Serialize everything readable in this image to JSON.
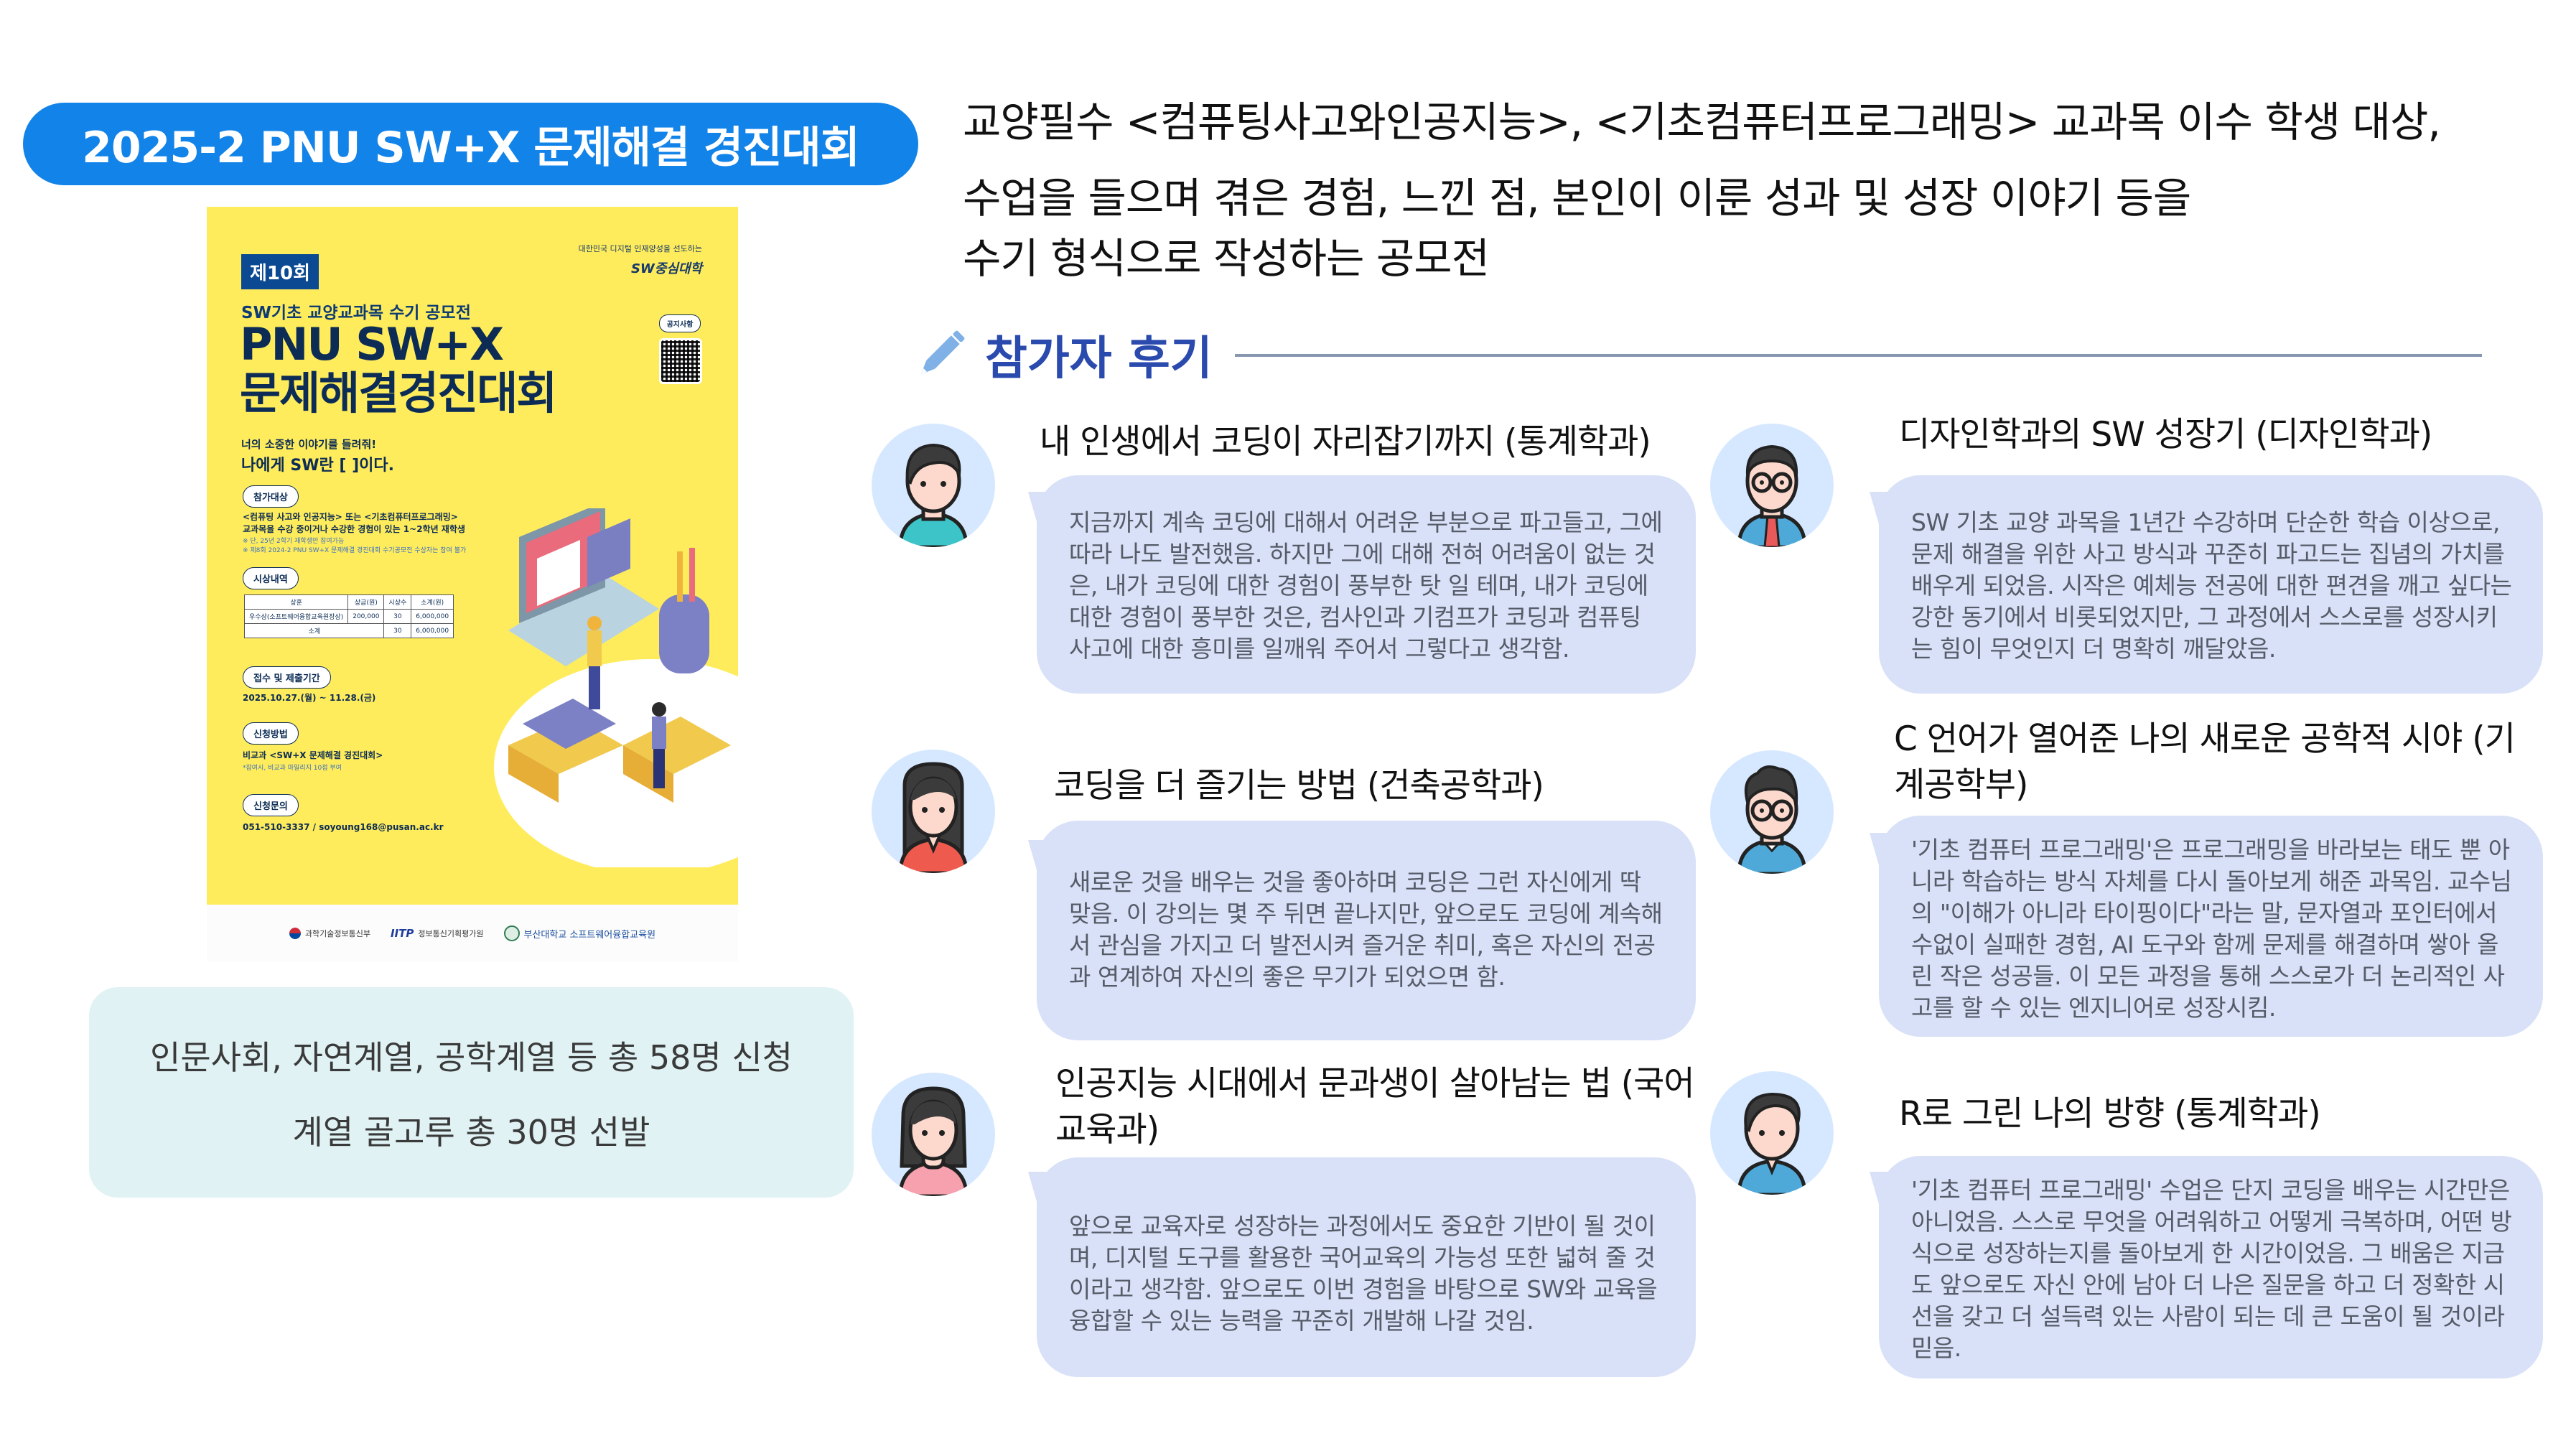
{
  "header": {
    "title": "2025-2 PNU SW+X 문제해결 경진대회",
    "title_bg": "#1283e8"
  },
  "description": {
    "line1": "교양필수 <컴퓨팅사고와인공지능>, <기초컴퓨터프로그래밍> 교과목 이수 학생 대상,",
    "line2": "수업을 들으며 겪은 경험, 느낀 점, 본인이 이룬 성과 및 성장 이야기 등을",
    "line3": "수기 형식으로 작성하는 공모전"
  },
  "poster": {
    "badge": "제10회",
    "top_right_caption": "대한민국 디지털 인재양성을 선도하는",
    "top_right_brand": "SW중심대학",
    "subtitle": "SW기초 교양교과목 수기 공모전",
    "main_line1": "PNU SW+X",
    "main_line2": "문제해결경진대회",
    "notice_label": "공지사항",
    "tagline1": "너의 소중한 이야기를 들려줘!",
    "tagline2": "나에게 SW란 [          ]이다.",
    "sections": {
      "target": {
        "label": "참가대상",
        "line1": "<컴퓨팅 사고와 인공지능> 또는 <기초컴퓨터프로그래밍>",
        "line2": "교과목을 수강 중이거나 수강한 경험이 있는 1~2학년 재학생",
        "note1": "※ 단, 25년 2학기 재학생만 참여가능",
        "note2": "※ 제8회 2024-2 PNU SW+X 문제해결 경진대회 수기공모전 수상자는 참여 불가"
      },
      "awards": {
        "label": "시상내역",
        "table_headers": [
          "상훈",
          "상금(원)",
          "시상수",
          "소계(원)"
        ],
        "table_rows": [
          [
            "우수상(소프트웨어융합교육원장상)",
            "200,000",
            "30",
            "6,000,000"
          ],
          [
            "소계",
            "",
            "30",
            "6,000,000"
          ]
        ]
      },
      "period": {
        "label": "접수 및 제출기간",
        "value": "2025.10.27.(월) ~ 11.28.(금)"
      },
      "method": {
        "label": "신청방법",
        "value": "비교과 <SW+X 문제해결 경진대회>",
        "note": "*참여시, 비교과 마일리지 10점 부여"
      },
      "contact": {
        "label": "신청문의",
        "value": "051-510-3337 / soyoung168@pusan.ac.kr"
      }
    },
    "logos": [
      "과학기술정보통신부",
      "IITP",
      "정보통신기획평가원",
      "부산대학교 소프트웨어융합교육원"
    ]
  },
  "info_box": {
    "line1": "인문사회, 자연계열, 공학계열 등 총 58명 신청",
    "line2": "계열 골고루 총 30명 선발"
  },
  "reviews_section": {
    "icon": "pencil-icon",
    "title": "참가자 후기"
  },
  "reviews": [
    {
      "avatar": "man-teal-shirt",
      "title": "내 인생에서 코딩이 자리잡기까지 (통계학과)",
      "body": "지금까지 계속 코딩에 대해서 어려운 부분으로 파고들고, 그에 따라 나도 발전했음. 하지만 그에 대해 전혀 어려움이 없는 것은, 내가 코딩에 대한 경험이 풍부한 탓 일 테며, 내가 코딩에 대한 경험이 풍부한 것은, 컴사인과 기컴프가 코딩과 컴퓨팅 사고에 대한 흥미를 일깨워 주어서 그렇다고 생각함."
    },
    {
      "avatar": "man-glasses-tie",
      "title": "디자인학과의 SW 성장기 (디자인학과)",
      "body": "SW 기초 교양 과목을 1년간 수강하며 단순한 학습 이상으로, 문제 해결을 위한 사고 방식과 꾸준히 파고드는 집념의 가치를 배우게 되었음. 시작은 예체능 전공에 대한 편견을 깨고 싶다는 강한 동기에서 비롯되었지만, 그 과정에서 스스로를 성장시키는 힘이 무엇인지 더 명확히 깨달았음."
    },
    {
      "avatar": "woman-red-shirt",
      "title": "코딩을 더 즐기는 방법 (건축공학과)",
      "body": " 새로운 것을 배우는 것을 좋아하며 코딩은 그런 자신에게 딱 맞음. 이 강의는 몇 주 뒤면 끝나지만, 앞으로도 코딩에 계속해서 관심을 가지고 더 발전시켜 즐거운 취미, 혹은 자신의 전공과 연계하여 자신의 좋은 무기가 되었으면 함."
    },
    {
      "avatar": "man-glasses-curly",
      "title": "C 언어가 열어준 나의 새로운 공학적 시야 (기계공학부)",
      "body": "'기초 컴퓨터 프로그래밍'은 프로그래밍을 바라보는 태도 뿐 아니라 학습하는 방식 자체를 다시 돌아보게 해준 과목임. 교수님의 \"이해가 아니라 타이핑이다\"라는 말, 문자열과 포인터에서 수없이 실패한 경험, AI 도구와 함께 문제를 해결하며 쌓아 올린 작은 성공들. 이 모든 과정을 통해 스스로가 더 논리적인 사고를 할 수 있는 엔지니어로 성장시킴."
    },
    {
      "avatar": "woman-pink-shirt",
      "title": "인공지능 시대에서 문과생이 살아남는 법 (국어교육과)",
      "body": "앞으로 교육자로 성장하는 과정에서도 중요한 기반이 될 것이며, 디지털 도구를 활용한 국어교육의 가능성 또한 넓혀 줄 것이라고 생각함. 앞으로도 이번 경험을 바탕으로 SW와 교육을 융합할 수 있는 능력을 꾸준히 개발해 나갈 것임."
    },
    {
      "avatar": "man-blue-shirt",
      "title": "R로 그린 나의 방향 (통계학과)",
      "body": "'기초 컴퓨터 프로그래밍' 수업은 단지 코딩을 배우는 시간만은 아니었음. 스스로 무엇을 어려워하고 어떻게 극복하며, 어떤 방식으로 성장하는지를 돌아보게 한 시간이었음. 그 배움은 지금도 앞으로도 자신 안에 남아 더 나은 질문을 하고 더 정확한 시선을 갖고 더 설득력 있는 사람이 되는 데 큰 도움이 될 것이라 믿음."
    }
  ],
  "colors": {
    "accent_blue": "#1283e8",
    "section_title": "#2a4aad",
    "bubble_bg": "#d9e1f8",
    "avatar_bg": "#d6e8ff",
    "info_box_bg": "#e0f2f4",
    "poster_yellow": "#ffec5c"
  }
}
